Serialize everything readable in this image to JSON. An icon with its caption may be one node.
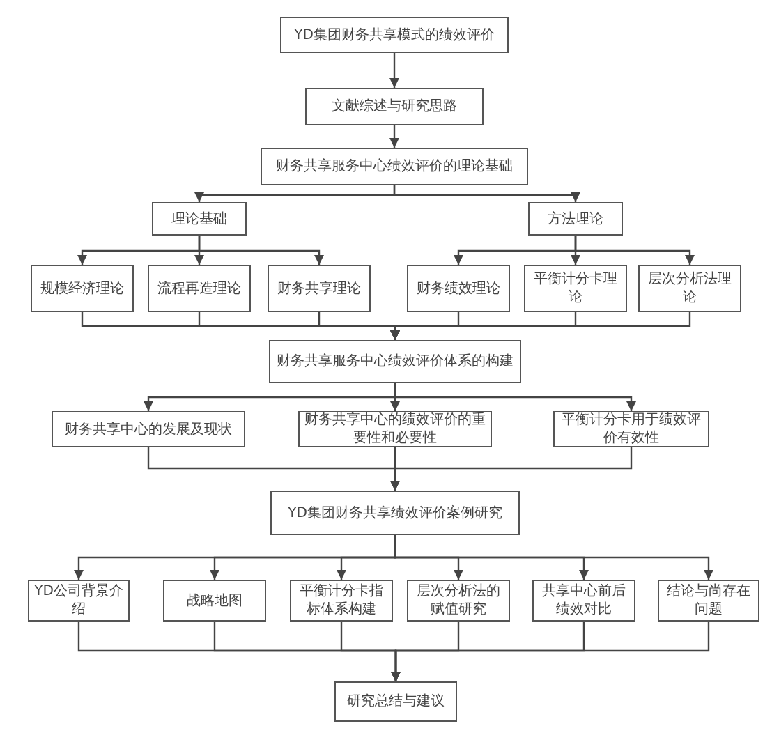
{
  "diagram": {
    "nodes": [
      {
        "text": [
          "YD集团财务共享模式的绩效评价"
        ]
      },
      {
        "text": [
          "文献综述与研究思路"
        ]
      },
      {
        "text": [
          "财务共享服务中心绩效评价的理论基础"
        ]
      },
      {
        "text": [
          "理论基础"
        ]
      },
      {
        "text": [
          "方法理论"
        ]
      },
      {
        "text": [
          "规模经济理论"
        ]
      },
      {
        "text": [
          "流程再造理论"
        ]
      },
      {
        "text": [
          "财务共享理论"
        ]
      },
      {
        "text": [
          "财务绩效理论"
        ]
      },
      {
        "text": [
          "平衡计分卡理论"
        ]
      },
      {
        "text": [
          "层次分析法理论"
        ]
      },
      {
        "text": [
          "财务共享服务中心绩效评价体系的构建"
        ]
      },
      {
        "text": [
          "财务共享中心的发展及现状"
        ]
      },
      {
        "text": [
          "财务共享中心的绩效评价的重要性和必要性"
        ]
      },
      {
        "text": [
          "平衡计分卡用于绩效评价有效性"
        ]
      },
      {
        "text": [
          "YD集团财务共享绩效评价案例研究"
        ]
      },
      {
        "text": [
          "YD公司背景介绍"
        ]
      },
      {
        "text": [
          "战略地图"
        ]
      },
      {
        "text": [
          "平衡计分卡指标体系构建"
        ]
      },
      {
        "text": [
          "层次分析法的赋值研究"
        ]
      },
      {
        "text": [
          "共享中心前后绩效对比"
        ]
      },
      {
        "text": [
          "结论与尚存在问题"
        ]
      },
      {
        "text": [
          "研究总结与建议"
        ]
      }
    ],
    "edges": [
      {
        "from": 0,
        "to": 1,
        "arrow": "to"
      },
      {
        "from": 1,
        "to": 2,
        "arrow": "to"
      },
      {
        "from": 2,
        "to": 3,
        "arrow": "to"
      },
      {
        "from": 2,
        "to": 4,
        "arrow": "to"
      },
      {
        "from": 3,
        "to": 5,
        "arrow": "to"
      },
      {
        "from": 3,
        "to": 6,
        "arrow": "to"
      },
      {
        "from": 3,
        "to": 7,
        "arrow": "to"
      },
      {
        "from": 4,
        "to": 8,
        "arrow": "to"
      },
      {
        "from": 4,
        "to": 9,
        "arrow": "to"
      },
      {
        "from": 4,
        "to": 10,
        "arrow": "to"
      },
      {
        "from": 5,
        "to": 11,
        "arrow": "to"
      },
      {
        "from": 6,
        "to": 11,
        "arrow": "to"
      },
      {
        "from": 7,
        "to": 11,
        "arrow": "to"
      },
      {
        "from": 8,
        "to": 11,
        "arrow": "to"
      },
      {
        "from": 9,
        "to": 11,
        "arrow": "to"
      },
      {
        "from": 10,
        "to": 11,
        "arrow": "to"
      },
      {
        "from": 11,
        "to": 12,
        "arrow": "to"
      },
      {
        "from": 11,
        "to": 13,
        "arrow": "to"
      },
      {
        "from": 11,
        "to": 14,
        "arrow": "to"
      },
      {
        "from": 12,
        "to": 15,
        "arrow": "to"
      },
      {
        "from": 13,
        "to": 15,
        "arrow": "to"
      },
      {
        "from": 14,
        "to": 15,
        "arrow": "to"
      },
      {
        "from": 15,
        "to": 16,
        "arrow": "to"
      },
      {
        "from": 15,
        "to": 17,
        "arrow": "to"
      },
      {
        "from": 15,
        "to": 18,
        "arrow": "to"
      },
      {
        "from": 15,
        "to": 19,
        "arrow": "to"
      },
      {
        "from": 15,
        "to": 20,
        "arrow": "to"
      },
      {
        "from": 15,
        "to": 21,
        "arrow": "to"
      },
      {
        "from": 16,
        "to": 22,
        "arrow": "to"
      },
      {
        "from": 17,
        "to": 22,
        "arrow": "to"
      },
      {
        "from": 18,
        "to": 22,
        "arrow": "to"
      },
      {
        "from": 19,
        "to": 22,
        "arrow": "to"
      },
      {
        "from": 20,
        "to": 22,
        "arrow": "to"
      },
      {
        "from": 21,
        "to": 22,
        "arrow": "to"
      }
    ]
  }
}
